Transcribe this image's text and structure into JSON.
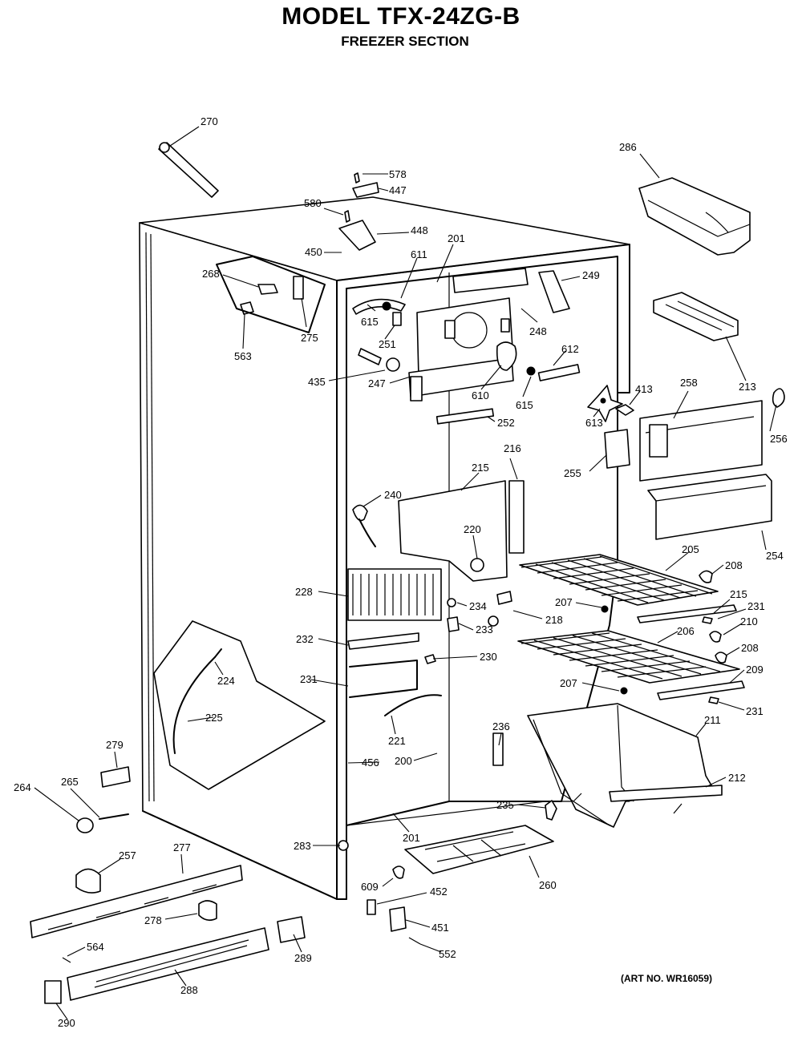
{
  "title": "MODEL TFX-24ZG-B",
  "subtitle": "FREEZER SECTION",
  "art_no": "(ART NO. WR16059)",
  "part_labels": [
    {
      "id": "p270",
      "text": "270"
    },
    {
      "id": "p286",
      "text": "286"
    },
    {
      "id": "p578",
      "text": "578"
    },
    {
      "id": "p447",
      "text": "447"
    },
    {
      "id": "p580",
      "text": "580"
    },
    {
      "id": "p448",
      "text": "448"
    },
    {
      "id": "p450",
      "text": "450"
    },
    {
      "id": "p201a",
      "text": "201"
    },
    {
      "id": "p611",
      "text": "611"
    },
    {
      "id": "p249",
      "text": "249"
    },
    {
      "id": "p268",
      "text": "268"
    },
    {
      "id": "p615a",
      "text": "615"
    },
    {
      "id": "p248",
      "text": "248"
    },
    {
      "id": "p275",
      "text": "275"
    },
    {
      "id": "p563",
      "text": "563"
    },
    {
      "id": "p251",
      "text": "251"
    },
    {
      "id": "p612",
      "text": "612"
    },
    {
      "id": "p435",
      "text": "435"
    },
    {
      "id": "p247",
      "text": "247"
    },
    {
      "id": "p610",
      "text": "610"
    },
    {
      "id": "p615b",
      "text": "615"
    },
    {
      "id": "p613",
      "text": "613"
    },
    {
      "id": "p413",
      "text": "413"
    },
    {
      "id": "p258",
      "text": "258"
    },
    {
      "id": "p213",
      "text": "213"
    },
    {
      "id": "p256",
      "text": "256"
    },
    {
      "id": "p252",
      "text": "252"
    },
    {
      "id": "p215a",
      "text": "215"
    },
    {
      "id": "p216",
      "text": "216"
    },
    {
      "id": "p255",
      "text": "255"
    },
    {
      "id": "p240",
      "text": "240"
    },
    {
      "id": "p220",
      "text": "220"
    },
    {
      "id": "p254",
      "text": "254"
    },
    {
      "id": "p205",
      "text": "205"
    },
    {
      "id": "p208a",
      "text": "208"
    },
    {
      "id": "p228",
      "text": "228"
    },
    {
      "id": "p234",
      "text": "234"
    },
    {
      "id": "p207a",
      "text": "207"
    },
    {
      "id": "p215b",
      "text": "215"
    },
    {
      "id": "p231a",
      "text": "231"
    },
    {
      "id": "p218",
      "text": "218"
    },
    {
      "id": "p210",
      "text": "210"
    },
    {
      "id": "p232",
      "text": "232"
    },
    {
      "id": "p233",
      "text": "233"
    },
    {
      "id": "p206",
      "text": "206"
    },
    {
      "id": "p208b",
      "text": "208"
    },
    {
      "id": "p230",
      "text": "230"
    },
    {
      "id": "p209",
      "text": "209"
    },
    {
      "id": "p224",
      "text": "224"
    },
    {
      "id": "p231b",
      "text": "231"
    },
    {
      "id": "p207b",
      "text": "207"
    },
    {
      "id": "p231c",
      "text": "231"
    },
    {
      "id": "p225",
      "text": "225"
    },
    {
      "id": "p211",
      "text": "211"
    },
    {
      "id": "p221",
      "text": "221"
    },
    {
      "id": "p236",
      "text": "236"
    },
    {
      "id": "p279",
      "text": "279"
    },
    {
      "id": "p456",
      "text": "456"
    },
    {
      "id": "p200",
      "text": "200"
    },
    {
      "id": "p212",
      "text": "212"
    },
    {
      "id": "p264",
      "text": "264"
    },
    {
      "id": "p265",
      "text": "265"
    },
    {
      "id": "p235",
      "text": "235"
    },
    {
      "id": "p201b",
      "text": "201"
    },
    {
      "id": "p283",
      "text": "283"
    },
    {
      "id": "p257",
      "text": "257"
    },
    {
      "id": "p277",
      "text": "277"
    },
    {
      "id": "p260",
      "text": "260"
    },
    {
      "id": "p609",
      "text": "609"
    },
    {
      "id": "p452",
      "text": "452"
    },
    {
      "id": "p278",
      "text": "278"
    },
    {
      "id": "p451",
      "text": "451"
    },
    {
      "id": "p564",
      "text": "564"
    },
    {
      "id": "p289",
      "text": "289"
    },
    {
      "id": "p552",
      "text": "552"
    },
    {
      "id": "p288",
      "text": "288"
    },
    {
      "id": "p290",
      "text": "290"
    }
  ]
}
